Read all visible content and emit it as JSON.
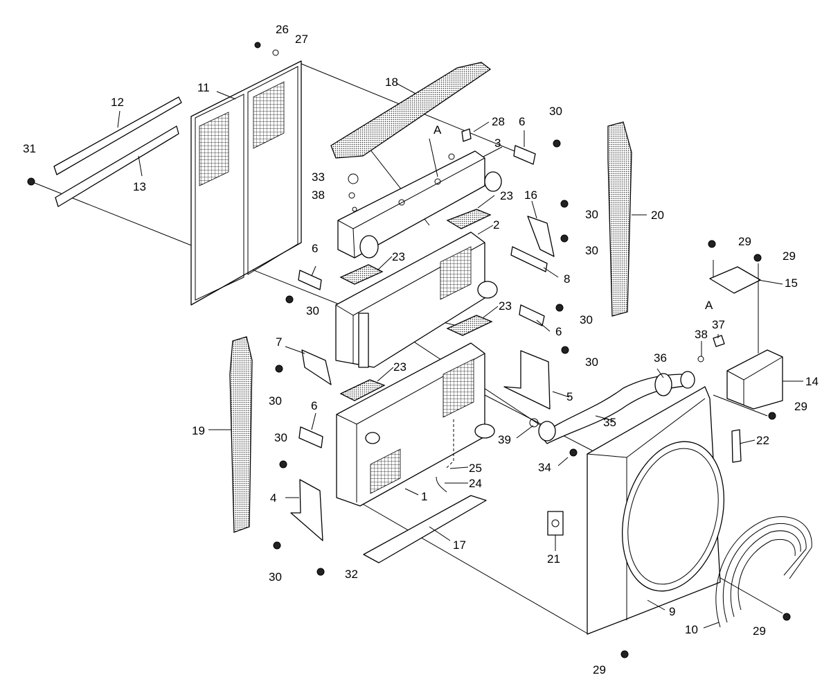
{
  "diagram": {
    "callouts": {
      "c1": "1",
      "c2": "2",
      "c3": "3",
      "c4": "4",
      "c5": "5",
      "c6a": "6",
      "c6b": "6",
      "c6c": "6",
      "c6d": "6",
      "c7": "7",
      "c8": "8",
      "c9": "9",
      "c10": "10",
      "c11": "11",
      "c12": "12",
      "c13": "13",
      "c14": "14",
      "c15": "15",
      "c16": "16",
      "c17": "17",
      "c18": "18",
      "c19": "19",
      "c20": "20",
      "c21": "21",
      "c22": "22",
      "c23a": "23",
      "c23b": "23",
      "c23c": "23",
      "c23d": "23",
      "c24": "24",
      "c25": "25",
      "c26": "26",
      "c27": "27",
      "c28": "28",
      "c29a": "29",
      "c29b": "29",
      "c29c": "29",
      "c29d": "29",
      "c29e": "29",
      "c30a": "30",
      "c30b": "30",
      "c30c": "30",
      "c30d": "30",
      "c30e": "30",
      "c30f": "30",
      "c30g": "30",
      "c30h": "30",
      "c30i": "30",
      "c31": "31",
      "c32": "32",
      "c33": "33",
      "c34": "34",
      "c35": "35",
      "c36": "36",
      "c37": "37",
      "c38a": "38",
      "c38b": "38",
      "c39": "39",
      "refA1": "A",
      "refA2": "A"
    }
  }
}
